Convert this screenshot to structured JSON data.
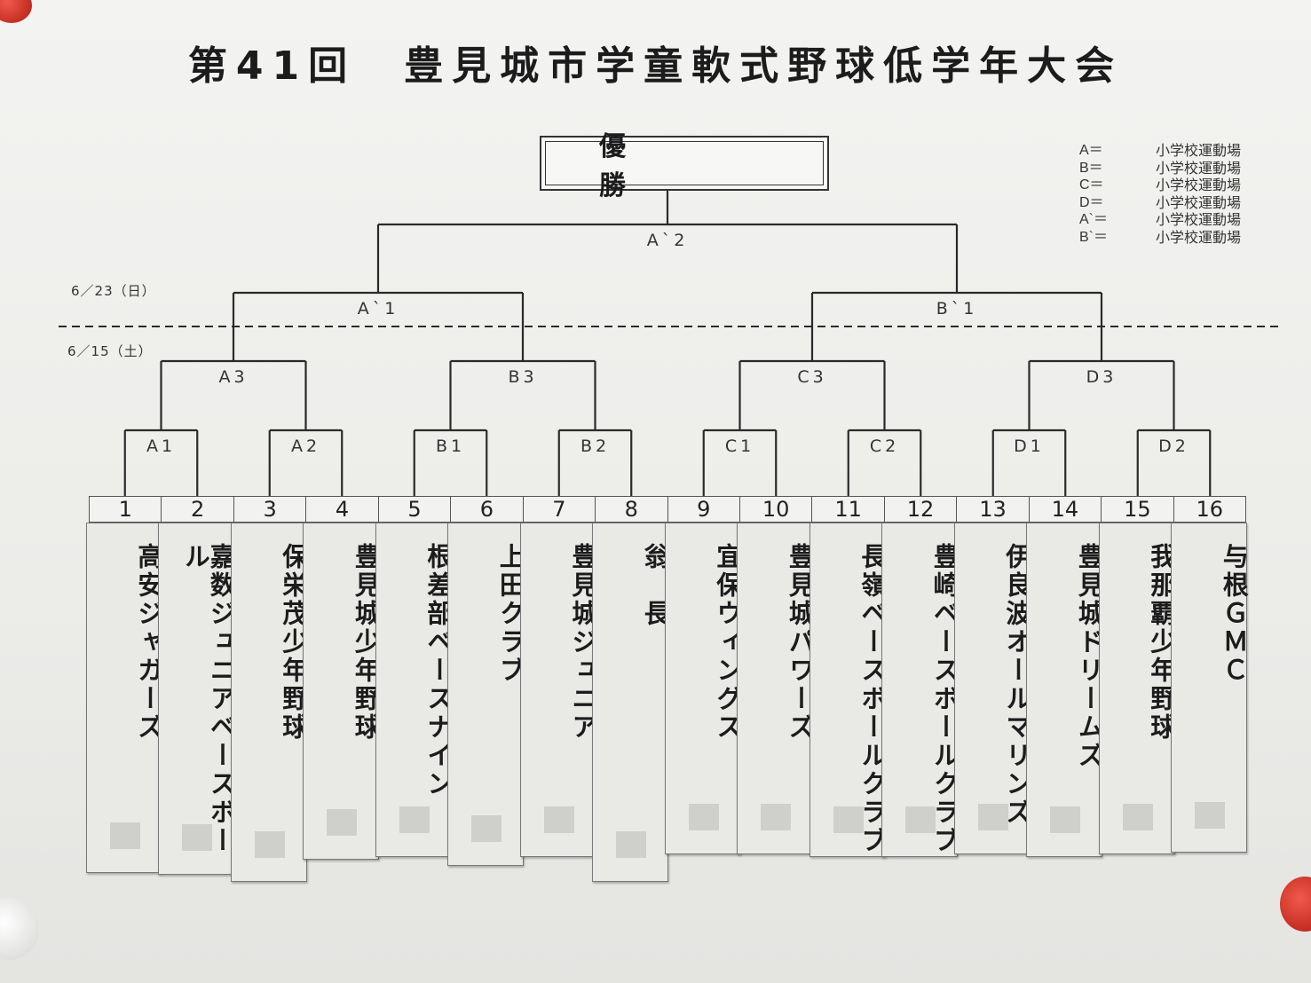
{
  "title": "第41回　豊見城市学童軟式野球低学年大会",
  "winner_label": "優　勝",
  "legend": [
    {
      "key": "A＝",
      "value": "小学校運動場"
    },
    {
      "key": "B＝",
      "value": "小学校運動場"
    },
    {
      "key": "C＝",
      "value": "小学校運動場"
    },
    {
      "key": "D＝",
      "value": "小学校運動場"
    },
    {
      "key": "A`＝",
      "value": "小学校運動場"
    },
    {
      "key": "B`＝",
      "value": "小学校運動場"
    }
  ],
  "dates": {
    "final_day": "6／23（日）",
    "first_day": "6／15（土）"
  },
  "match_labels": {
    "final": "A`2",
    "semi": [
      "A`1",
      "B`1"
    ],
    "quarter": [
      "A3",
      "B3",
      "C3",
      "D3"
    ],
    "first": [
      "A1",
      "A2",
      "B1",
      "B2",
      "C1",
      "C2",
      "D1",
      "D2"
    ]
  },
  "teams": [
    {
      "no": "1",
      "name": "高安ジャガーズ"
    },
    {
      "no": "2",
      "name": "嘉数ジュニアベースボール"
    },
    {
      "no": "3",
      "name": "保栄茂少年野球"
    },
    {
      "no": "4",
      "name": "豊見城少年野球"
    },
    {
      "no": "5",
      "name": "根差部ベースナイン"
    },
    {
      "no": "6",
      "name": "上田クラブ"
    },
    {
      "no": "7",
      "name": "豊見城ジュニア"
    },
    {
      "no": "8",
      "name": "翁　長"
    },
    {
      "no": "9",
      "name": "宜保ウィングス"
    },
    {
      "no": "10",
      "name": "豊見城パワーズ"
    },
    {
      "no": "11",
      "name": "長嶺ベースボールクラブ"
    },
    {
      "no": "12",
      "name": "豊崎ベースボールクラブ"
    },
    {
      "no": "13",
      "name": "伊良波オールマリンズ"
    },
    {
      "no": "14",
      "name": "豊見城ドリームズ"
    },
    {
      "no": "15",
      "name": "我那覇少年野球"
    },
    {
      "no": "16",
      "name": "与根ＧＭＣ"
    }
  ]
}
